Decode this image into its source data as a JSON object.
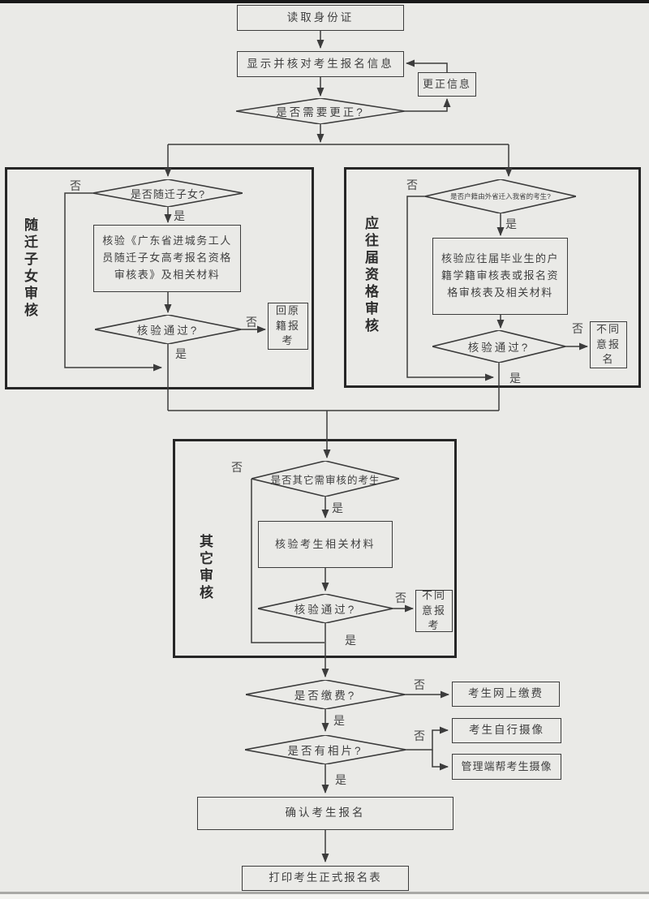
{
  "common": {
    "yes": "是",
    "no": "否"
  },
  "flow": {
    "read_id": "读取身份证",
    "display_info": "显示并核对考生报名信息",
    "correct_info": "更正信息",
    "need_correction": "是否需要更正?",
    "pay_q": "是否缴费?",
    "pay_online": "考生网上缴费",
    "photo_q": "是否有相片?",
    "photo_self": "考生自行摄像",
    "photo_admin": "管理端帮考生摄像",
    "confirm": "确认考生报名",
    "print": "打印考生正式报名表"
  },
  "panels": {
    "migrant": {
      "title": "随迁子女审核",
      "q1": "是否随迁子女?",
      "check": "核验《广东省进城务工人员随迁子女高考报名资格审核表》及相关材料",
      "pass_q": "核验通过?",
      "fail": "回原籍报考"
    },
    "graduate": {
      "title": "应往届资格审核",
      "q1": "是否户籍由外省迁入我省的考生?",
      "check": "核验应往届毕业生的户籍学籍审核表或报名资格审核表及相关材料",
      "pass_q": "核验通过?",
      "fail": "不同意报名"
    },
    "other": {
      "title": "其它审核",
      "q1": "是否其它需审核的考生",
      "check": "核验考生相关材料",
      "pass_q": "核验通过?",
      "fail": "不同意报考"
    }
  },
  "colors": {
    "background": "#eaeae7",
    "line": "#3c3c3c",
    "panel_border": "#262626",
    "top_bar": "#191919",
    "bottom_bar": "#a9a9a6"
  }
}
